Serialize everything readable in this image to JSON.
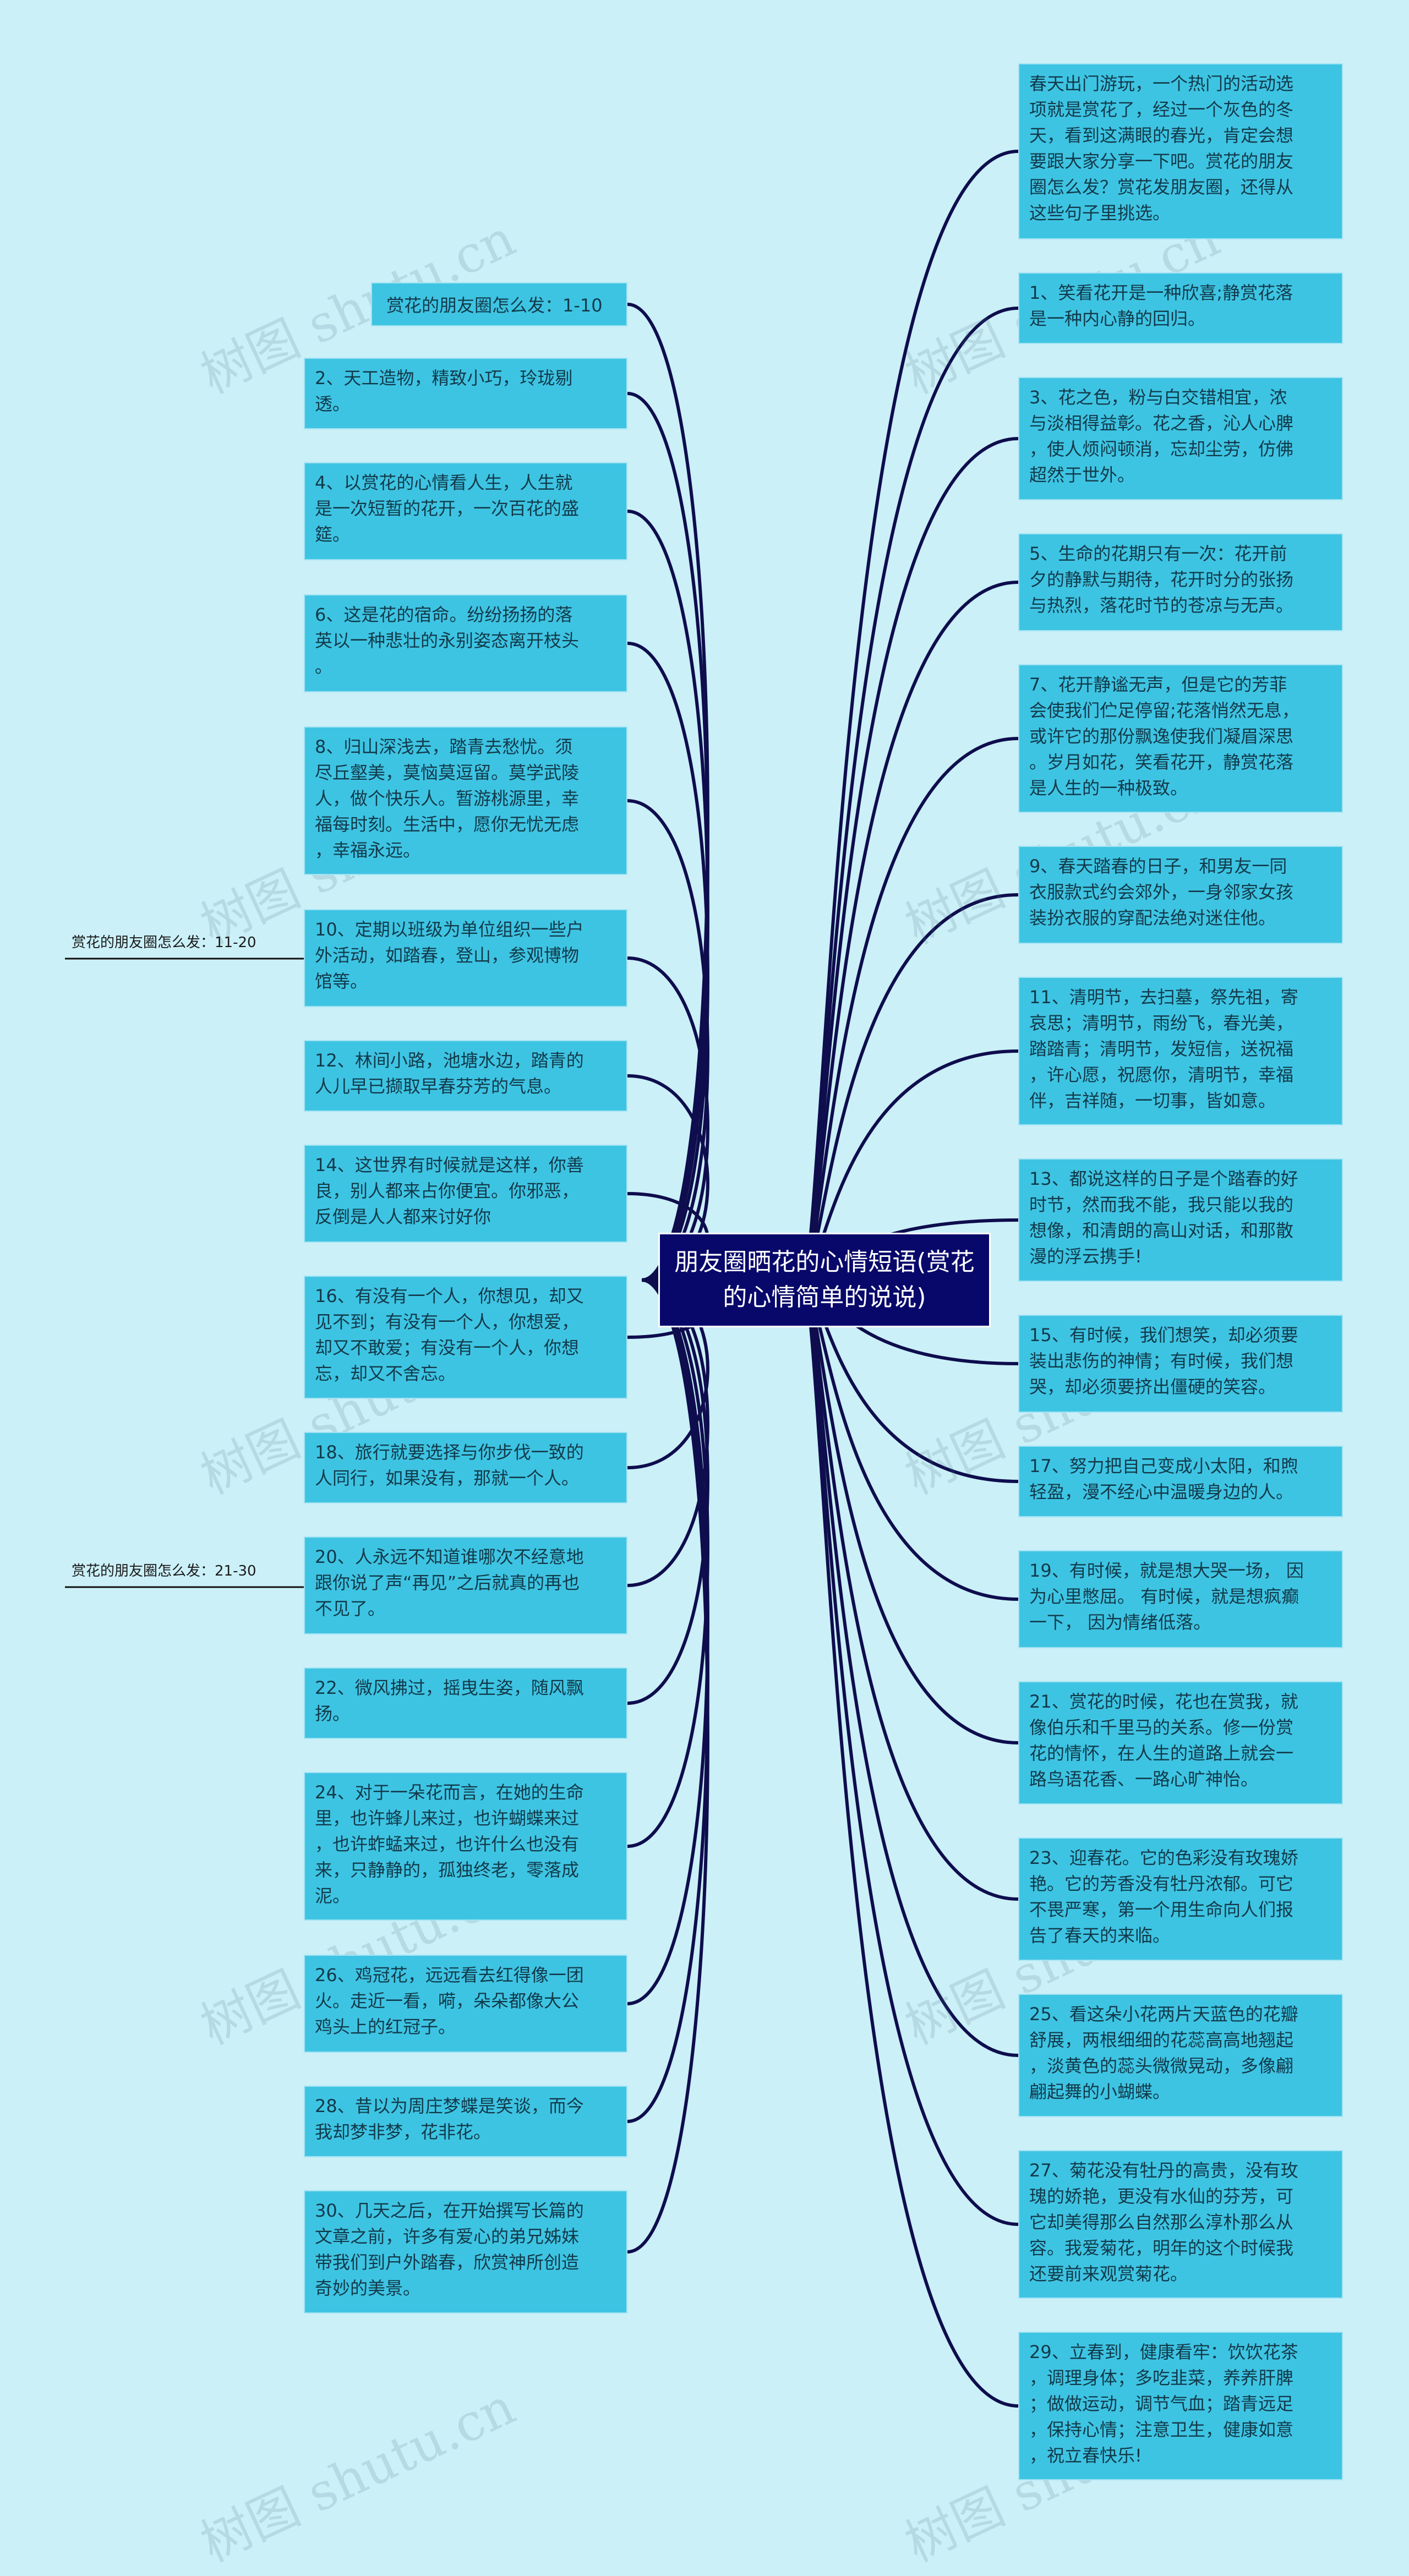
{
  "root": {
    "text": "朋友圈晒花的心情短语(赏花的心情简单的说说)"
  },
  "left_nodes": [
    "赏花的朋友圈怎么发：1-10",
    "2、天工造物，精致小巧，玲珑剔\n透。",
    "4、以赏花的心情看人生，人生就\n是一次短暂的花开，一次百花的盛\n筵。",
    "6、这是花的宿命。纷纷扬扬的落\n英以一种悲壮的永别姿态离开枝头\n。",
    "8、归山深浅去，踏青去愁忧。须\n尽丘壑美，莫恼莫逗留。莫学武陵\n人，做个快乐人。暂游桃源里，幸\n福每时刻。生活中，愿你无忧无虑\n，幸福永远。",
    "10、定期以班级为单位组织一些户\n外活动，如踏春，登山，参观博物\n馆等。",
    "12、林间小路，池塘水边，踏青的\n人儿早已撷取早春芬芳的气息。",
    "14、这世界有时候就是这样，你善\n良，别人都来占你便宜。你邪恶，\n反倒是人人都来讨好你",
    "16、有没有一个人，你想见，却又\n见不到；有没有一个人，你想爱，\n却又不敢爱；有没有一个人，你想\n忘，却又不舍忘。",
    "18、旅行就要选择与你步伐一致的\n人同行，如果没有，那就一个人。",
    "20、人永远不知道谁哪次不经意地\n跟你说了声“再见”之后就真的再也\n不见了。",
    "22、微风拂过，摇曳生姿，随风飘\n扬。",
    "24、对于一朵花而言，在她的生命\n里，也许蜂儿来过，也许蝴蝶来过\n，也许蚱蜢来过，也许什么也没有\n来，只静静的，孤独终老，零落成\n泥。",
    "26、鸡冠花，远远看去红得像一团\n火。走近一看，嗬，朵朵都像大公\n鸡头上的红冠子。",
    "28、昔以为周庄梦蝶是笑谈，而今\n我却梦非梦，花非花。",
    "30、几天之后，在开始撰写长篇的\n文章之前，许多有爱心的弟兄姊妹\n带我们到户外踏春，欣赏神所创造\n奇妙的美景。"
  ],
  "right_nodes": [
    "春天出门游玩，一个热门的活动选\n项就是赏花了，经过一个灰色的冬\n天，看到这满眼的春光，肯定会想\n要跟大家分享一下吧。赏花的朋友\n圈怎么发？赏花发朋友圈，还得从\n这些句子里挑选。",
    "1、笑看花开是一种欣喜;静赏花落\n是一种内心静的回归。",
    "3、花之色，粉与白交错相宜，浓\n与淡相得益彰。花之香，沁人心脾\n，使人烦闷顿消，忘却尘劳，仿佛\n超然于世外。",
    "5、生命的花期只有一次：花开前\n夕的静默与期待，花开时分的张扬\n与热烈，落花时节的苍凉与无声。",
    "7、花开静谧无声，但是它的芳菲\n会使我们伫足停留;花落悄然无息，\n或许它的那份飘逸使我们凝眉深思\n。岁月如花，笑看花开，静赏花落\n是人生的一种极致。",
    "9、春天踏春的日子，和男友一同\n衣服款式约会郊外，一身邻家女孩\n装扮衣服的穿配法绝对迷住他。",
    "11、清明节，去扫墓，祭先祖，寄\n哀思；清明节，雨纷飞，春光美，\n踏踏青；清明节，发短信，送祝福\n，许心愿，祝愿你，清明节，幸福\n伴，吉祥随，一切事，皆如意。",
    "13、都说这样的日子是个踏春的好\n时节，然而我不能，我只能以我的\n想像，和清朗的高山对话，和那散\n漫的浮云携手!",
    "15、有时候，我们想笑，却必须要\n装出悲伤的神情；有时候，我们想\n哭，却必须要挤出僵硬的笑容。",
    "17、努力把自己变成小太阳，和煦\n轻盈，漫不经心中温暖身边的人。",
    "19、有时候，就是想大哭一场，  因\n为心里憋屈。  有时候，就是想疯癫\n一下，  因为情绪低落。",
    "21、赏花的时候，花也在赏我，就\n像伯乐和千里马的关系。修一份赏\n花的情怀，在人生的道路上就会一\n路鸟语花香、一路心旷神怡。",
    "23、迎春花。它的色彩没有玫瑰娇\n艳。它的芳香没有牡丹浓郁。可它\n不畏严寒，第一个用生命向人们报\n告了春天的来临。",
    "25、看这朵小花两片天蓝色的花瓣\n舒展，两根细细的花蕊高高地翘起\n，淡黄色的蕊头微微晃动，多像翩\n翩起舞的小蝴蝶。",
    "27、菊花没有牡丹的高贵，没有玫\n瑰的娇艳，更没有水仙的芬芳，可\n它却美得那么自然那么淳朴那么从\n容。我爱菊花，明年的这个时候我\n还要前来观赏菊花。",
    "29、立春到，健康看牢：饮饮花茶\n，调理身体；多吃韭菜，养养肝脾\n；做做运动，调节气血；踏青远足\n，保持心情；注意卫生，健康如意\n，祝立春快乐!"
  ],
  "side_labels": [
    "赏花的朋友圈怎么发：11-20",
    "赏花的朋友圈怎么发：21-30"
  ],
  "watermark": "树图 shutu.cn",
  "colors": {
    "background": "#cbf0f8",
    "node_fill": "#3ec4e3",
    "root_fill": "#08086b",
    "link": "#0e0d4d"
  }
}
